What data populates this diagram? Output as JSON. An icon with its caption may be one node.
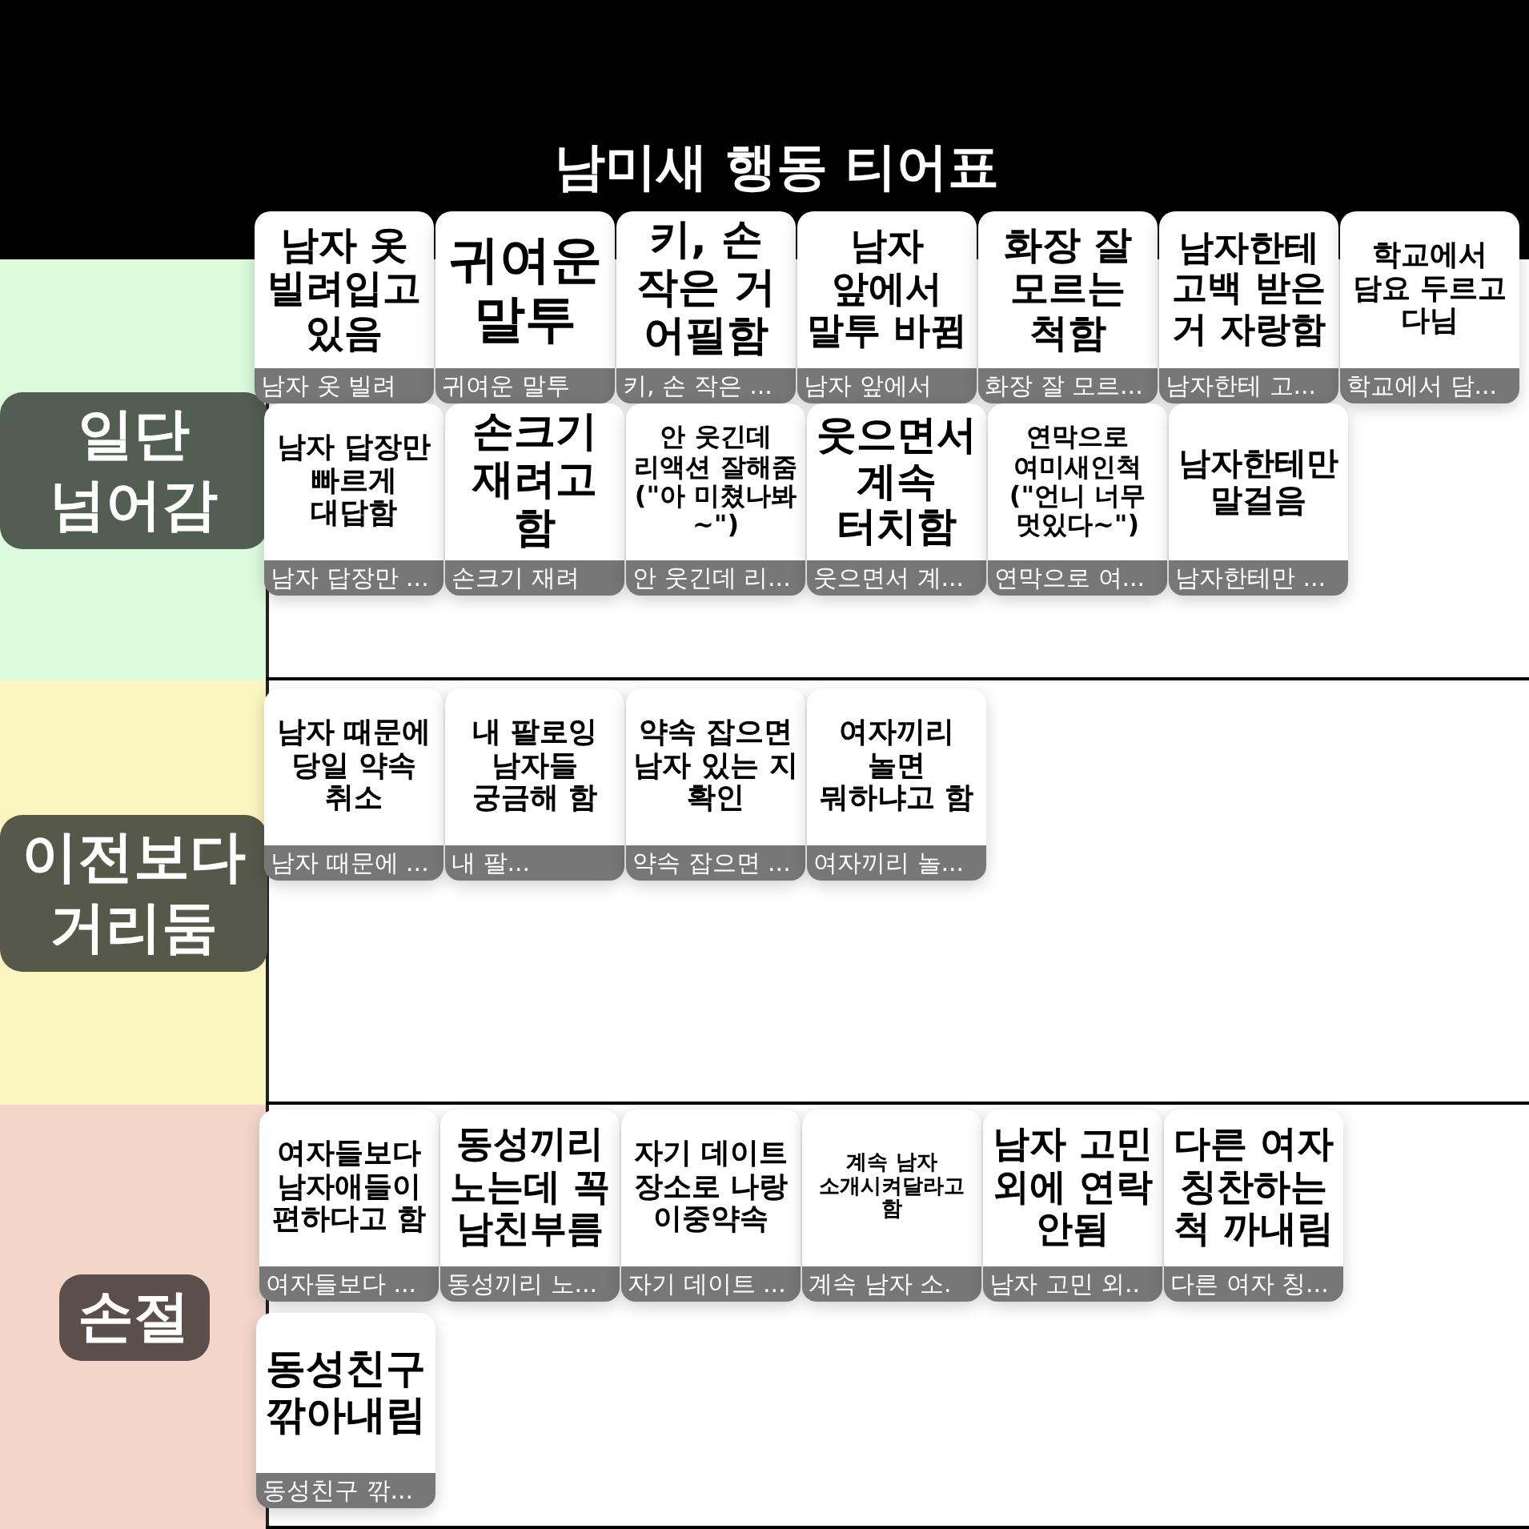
{
  "diagram": {
    "title": "남미새 행동 티어표",
    "nodes": [
      {
        "text": [
          "일단 넘어감"
        ]
      },
      {
        "text": [
          "남자 옷 빌려입고 있음",
          "남자 옷 빌려"
        ],
        "in": 0
      },
      {
        "text": [
          "귀여운 말투",
          "귀여운 말투"
        ],
        "in": 0
      },
      {
        "text": [
          "키, 손 작은 거 어필함",
          "키, 손 작은 ..."
        ],
        "in": 0
      },
      {
        "text": [
          "남자 앞에서 말투 바뀜",
          "남자 앞에서"
        ],
        "in": 0
      },
      {
        "text": [
          "화장 잘 모르는 척함",
          "화장 잘 모르..."
        ],
        "in": 0
      },
      {
        "text": [
          "남자한테 고백 받은 거 자랑함",
          "남자한테 고..."
        ],
        "in": 0
      },
      {
        "text": [
          "학교에서 담요 두르고 다님",
          "학교에서 담..."
        ],
        "in": 0
      },
      {
        "text": [
          "남자 답장만 빠르게 대답함",
          "남자 답장만 ..."
        ],
        "in": 0
      },
      {
        "text": [
          "손크기 재려고 함",
          "손크기 재려"
        ],
        "in": 0
      },
      {
        "text": [
          "안 웃긴데 리액션 잘해줌 (\"아 미쳤나봐~\")",
          "안 웃긴데 리..."
        ],
        "in": 0
      },
      {
        "text": [
          "웃으면서 계속 터치함",
          "웃으면서 계..."
        ],
        "in": 0
      },
      {
        "text": [
          "연막으로 여미새인척 (\"언니 너무 멋있다~\")",
          "연막으로 여..."
        ],
        "in": 0
      },
      {
        "text": [
          "남자한테만 말걸음",
          "남자한테만 ..."
        ],
        "in": 0
      },
      {
        "text": [
          "이전보다 거리둠"
        ]
      },
      {
        "text": [
          "남자 때문에 당일 약속 취소",
          "남자 때문에 ..."
        ],
        "in": 14
      },
      {
        "text": [
          "내 팔로잉 남자들 궁금해 함",
          "내 팔..."
        ],
        "in": 14
      },
      {
        "text": [
          "약속 잡으면 남자 있는 지 확인",
          "약속 잡으면 ..."
        ],
        "in": 14
      },
      {
        "text": [
          "여자끼리 놀면 뭐하냐고 함",
          "여자끼리 놀..."
        ],
        "in": 14
      },
      {
        "text": [
          "손절"
        ]
      },
      {
        "text": [
          "여자들보다 남자애들이 편하다고 함",
          "여자들보다 ..."
        ],
        "in": 19
      },
      {
        "text": [
          "동성끼리 노는데 꼭 남친부름",
          "동성끼리 노..."
        ],
        "in": 19
      },
      {
        "text": [
          "자기 데이트 장소로 나랑 이중약속",
          "자기 데이트 ..."
        ],
        "in": 19
      },
      {
        "text": [
          "계속 남자 소개시켜달라고 함",
          "계속 남자 소."
        ],
        "in": 19
      },
      {
        "text": [
          "남자 고민 외에 연락 안됨",
          "남자 고민 외.."
        ],
        "in": 19
      },
      {
        "text": [
          "다른 여자 칭찬하는 척 까내림",
          "다른 여자 칭..."
        ],
        "in": 19
      },
      {
        "text": [
          "동성친구 깎아내림",
          "동성친구 깎..."
        ],
        "in": 19
      }
    ]
  }
}
